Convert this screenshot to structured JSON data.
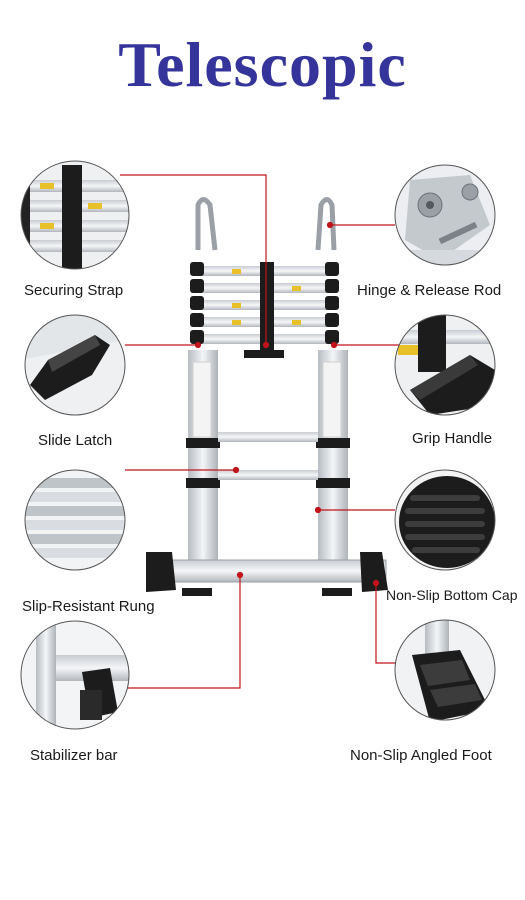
{
  "title": "Telescopic",
  "labels": {
    "securing_strap": "Securing Strap",
    "hinge_release_rod": "Hinge & Release Rod",
    "slide_latch": "Slide Latch",
    "grip_handle": "Grip Handle",
    "slip_resistant_rung": "Slip-Resistant Rung",
    "non_slip_bottom_cap": "Non-Slip Bottom Cap",
    "stabilizer_bar": "Stabilizer bar",
    "non_slip_angled_foot": "Non-Slip Angled Foot"
  },
  "colors": {
    "title": "#34349a",
    "callout_line": "#c0141a",
    "aluminum": "#d9dde1",
    "rubber": "#1c1c1c"
  }
}
